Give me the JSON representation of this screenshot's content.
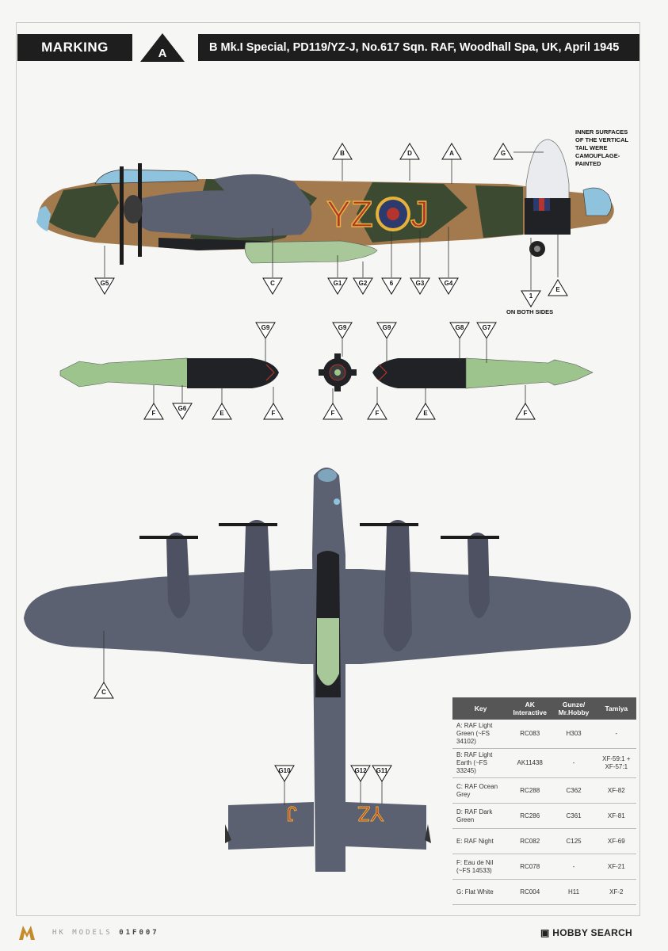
{
  "header": {
    "section_label": "MARKING",
    "marking_letter": "A",
    "title": "B Mk.I Special, PD119/YZ-J, No.617 Sqn. RAF, Woodhall Spa, UK, April 1945"
  },
  "notes": {
    "inner_tail": "INNER SURFACES OF THE VERTICAL TAIL WERE CAMOUFLAGE-PAINTED",
    "both_sides": "ON BOTH SIDES"
  },
  "aircraft": {
    "code_left": "YZ",
    "code_right": "J"
  },
  "callouts": {
    "side_top": [
      "B",
      "D",
      "A",
      "G"
    ],
    "side_bottom": [
      "G5",
      "C",
      "G1",
      "G2",
      "6",
      "G3",
      "G4",
      "1",
      "E"
    ],
    "bomb_top": [
      "G9",
      "G9",
      "G9",
      "G8",
      "G7"
    ],
    "bomb_bottom": [
      "F",
      "G6",
      "E",
      "F",
      "F",
      "F",
      "E",
      "F"
    ],
    "plan": [
      "C",
      "G10",
      "G12",
      "G11"
    ]
  },
  "key_table": {
    "headers": [
      "Key",
      "AK Interactive",
      "Gunze/ Mr.Hobby",
      "Tamiya"
    ],
    "rows": [
      [
        "A: RAF Light Green (~FS 34102)",
        "RC083",
        "H303",
        "-"
      ],
      [
        "B: RAF Light Earth (~FS 33245)",
        "AK11438",
        "-",
        "XF-59:1 + XF-57:1"
      ],
      [
        "C: RAF Ocean Grey",
        "RC288",
        "C362",
        "XF-82"
      ],
      [
        "D: RAF Dark Green",
        "RC286",
        "C361",
        "XF-81"
      ],
      [
        "E: RAF Night",
        "RC082",
        "C125",
        "XF-69"
      ],
      [
        "F: Eau de Nil (~FS 14533)",
        "RC078",
        "-",
        "XF-21"
      ],
      [
        "G: Flat White",
        "RC004",
        "H11",
        "XF-2"
      ]
    ]
  },
  "footer": {
    "brand": "HK MODELS",
    "code": "01F007",
    "watermark": "HOBBY SEARCH"
  },
  "colors": {
    "light_green": "#a8c89a",
    "light_earth": "#a27a4e",
    "ocean_grey": "#5c6171",
    "dark_green": "#3d4a32",
    "night": "#212226",
    "eau_de_nil": "#9ec48e",
    "flat_white": "#e9ebee",
    "roundel_red": "#b3352e",
    "roundel_blue": "#2d3a6e",
    "code_yellow": "#e6b23a"
  }
}
